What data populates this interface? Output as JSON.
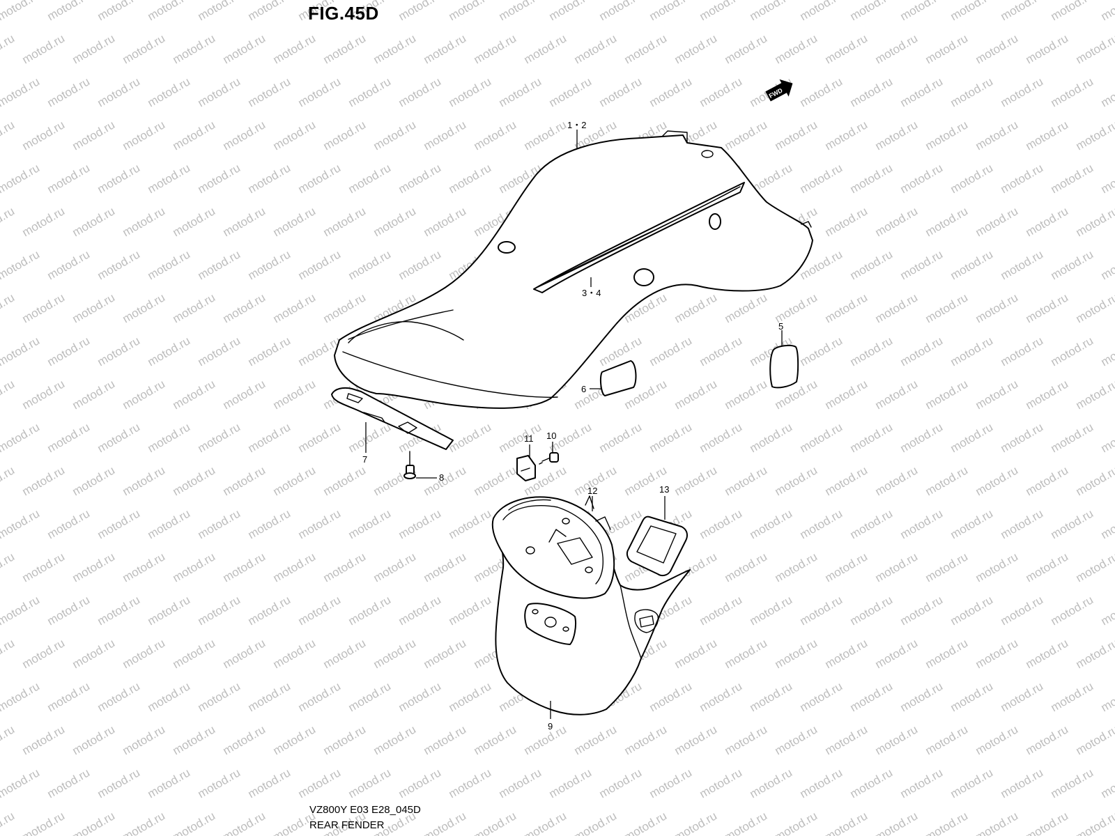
{
  "figure": {
    "title": "FIG.45D",
    "caption_line1": "VZ800Y E03 E28_045D",
    "caption_line2": "REAR FENDER"
  },
  "watermark": {
    "text": "motod.ru",
    "color": "#bdbdbd"
  },
  "fwd_badge": {
    "text": "FWD"
  },
  "callouts": {
    "c1_2": "1・2",
    "c3_4": "3・4",
    "c5": "5",
    "c6": "6",
    "c7": "7",
    "c8": "8",
    "c9": "9",
    "c10": "10",
    "c11": "11",
    "c12": "12",
    "c13": "13"
  }
}
